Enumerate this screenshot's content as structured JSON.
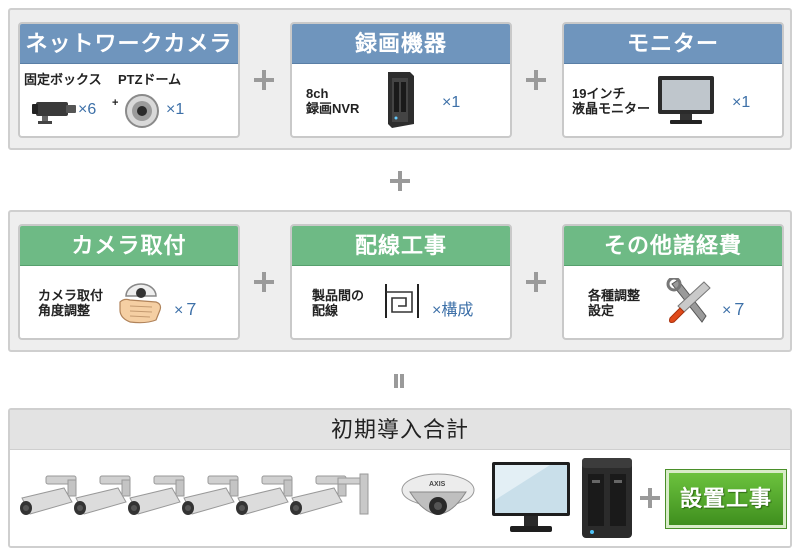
{
  "equipment": {
    "network_camera": {
      "title": "ネットワークカメラ",
      "box_label": "固定ボックス",
      "box_qty": "×6",
      "ptz_label": "PTZドーム",
      "ptz_qty": "×1",
      "small_plus": "+"
    },
    "recorder": {
      "title": "録画機器",
      "label_line1": "8ch",
      "label_line2": "録画NVR",
      "qty": "×1"
    },
    "monitor": {
      "title": "モニター",
      "label_line1": "19インチ",
      "label_line2": "液晶モニター",
      "qty": "×1"
    }
  },
  "installation": {
    "camera_mount": {
      "title": "カメラ取付",
      "label_line1": "カメラ取付",
      "label_line2": "角度調整",
      "qty": "×７"
    },
    "wiring": {
      "title": "配線工事",
      "label_line1": "製品間の",
      "label_line2": "配線",
      "qty": "×構成"
    },
    "other": {
      "title": "その他諸経費",
      "label_line1": "各種調整",
      "label_line2": "設定",
      "qty": "×７"
    }
  },
  "total": {
    "title": "初期導入合計",
    "install_button": "設置工事",
    "camera_brand": "AXIS"
  },
  "colors": {
    "equipment_header": "#6f95bd",
    "install_header": "#6eba85",
    "quantity_text": "#3d70a8",
    "install_button": "#4ea52a"
  },
  "icons": [
    "box-camera-icon",
    "ptz-dome-icon",
    "nvr-icon",
    "monitor-icon",
    "hand-dome-icon",
    "wiring-icon",
    "tools-icon",
    "plus-icon",
    "equals-icon"
  ]
}
